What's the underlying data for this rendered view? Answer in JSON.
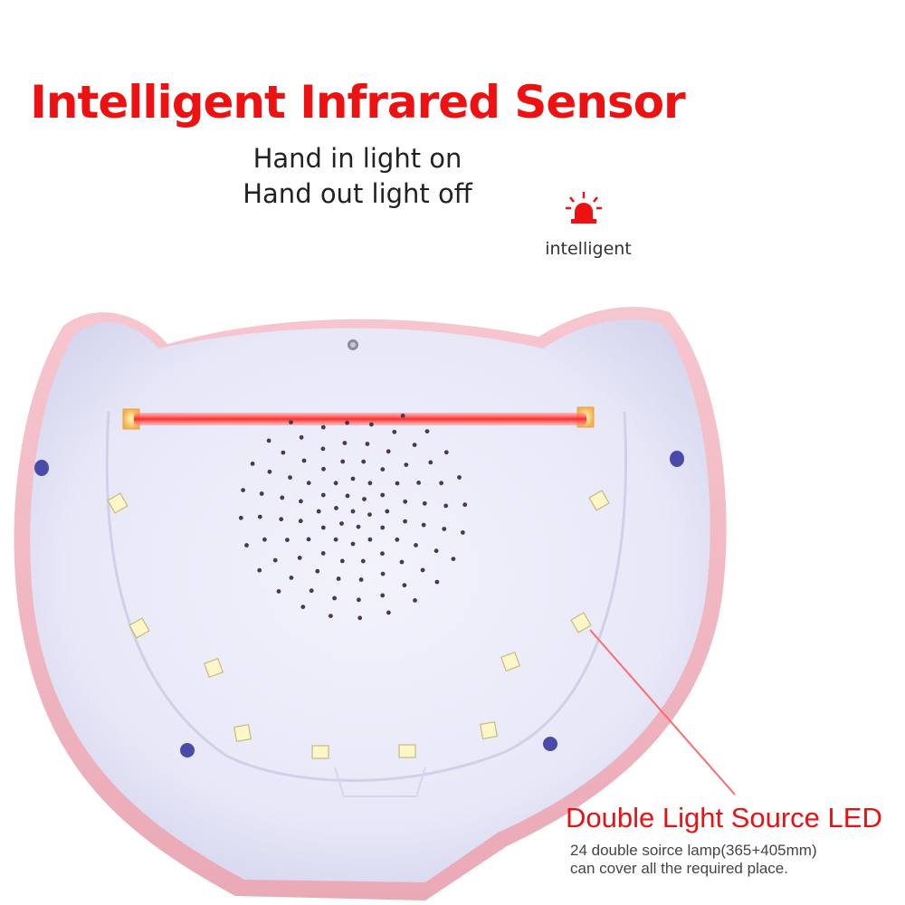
{
  "headline": "Intelligent Infrared Sensor",
  "subtitle_lines": [
    "Hand in light on",
    "Hand out light off"
  ],
  "badge": {
    "icon": "alarm-siren-icon",
    "label": "intelligent"
  },
  "feature": {
    "title": "Double Light Source LED",
    "description_lines": [
      "24 double soirce lamp(365+405mm)",
      "can cover all the required place."
    ]
  },
  "colors": {
    "headline": "#ee1111",
    "accent_red": "#e81212",
    "lamp_shell": "#f2b8c2",
    "lamp_interior": "#eeeefb",
    "laser": "#ff3b3b"
  }
}
